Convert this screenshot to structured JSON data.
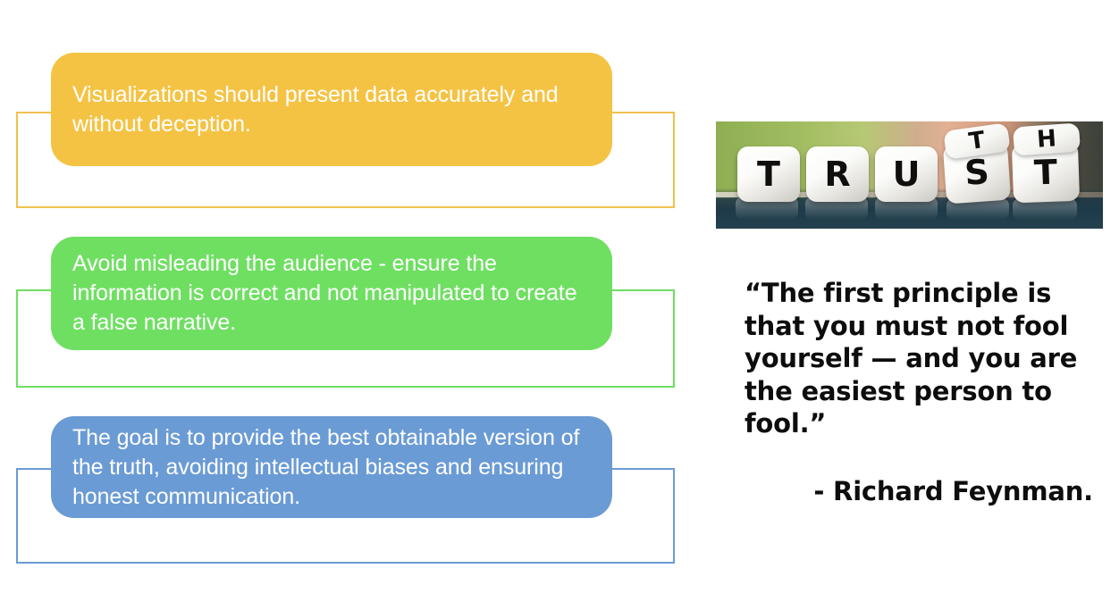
{
  "slide": {
    "background_color": "#ffffff"
  },
  "statements": [
    {
      "id": "accuracy",
      "text": "Visualizations should present data accurately and without deception.",
      "fill_color": "#f5c344",
      "outline_color": "#f2c14c",
      "text_color": "#ffffff"
    },
    {
      "id": "misleading",
      "text": "Avoid misleading the audience - ensure the information is correct and not manipulated to create a false narrative.",
      "fill_color": "#6fdf62",
      "outline_color": "#6fdf62",
      "text_color": "#ffffff"
    },
    {
      "id": "goal",
      "text": "The goal is to provide the best obtainable version of the truth, avoiding intellectual biases and ensuring honest communication.",
      "fill_color": "#6a9bd5",
      "outline_color": "#6a9bd5",
      "text_color": "#ffffff"
    }
  ],
  "image": {
    "name": "trust-dice-photo",
    "description": "Photograph of five white dice spelling TRUST, with the last two dice being rotated by fingers to change the word to TRUTH",
    "dice_front_letters": [
      "T",
      "R",
      "U",
      "S",
      "T"
    ],
    "dice_top_letters": [
      "T",
      "H"
    ],
    "word_front": "TRUST",
    "word_target": "TRUTH",
    "background_color": "#9dba5a",
    "surface_color": "#1e3a48"
  },
  "quote": {
    "text": "“The first principle is that you must not fool yourself — and you are the easiest person to fool.”",
    "attribution": "- Richard Feynman.",
    "text_color": "#0d0d0d"
  }
}
